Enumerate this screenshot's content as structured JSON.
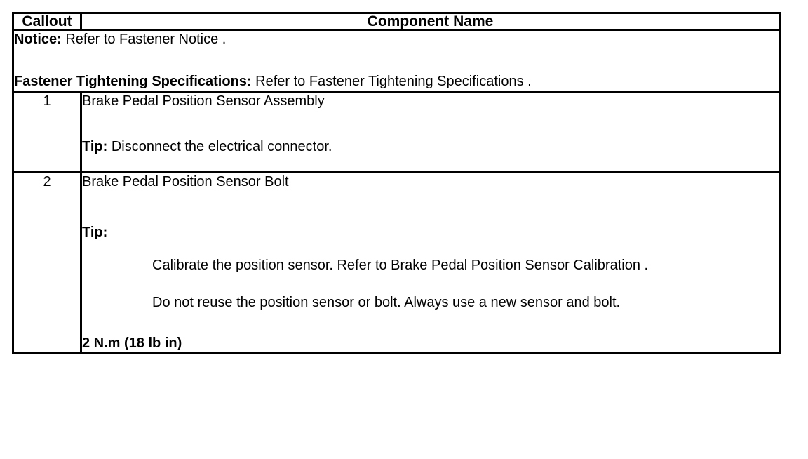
{
  "table": {
    "header": {
      "callout_label": "Callout",
      "component_label": "Component Name"
    },
    "notice_row": {
      "notice_label": "Notice:",
      "notice_text": " Refer to Fastener Notice .",
      "fastener_label": "Fastener Tightening Specifications:",
      "fastener_text": " Refer to Fastener Tightening Specifications ."
    },
    "rows": [
      {
        "callout": "1",
        "title": "Brake Pedal Position Sensor Assembly",
        "tip_label": "Tip:",
        "tip_text": " Disconnect the electrical connector."
      },
      {
        "callout": "2",
        "title": "Brake Pedal Position Sensor Bolt",
        "tip_label": "Tip:",
        "tip_items": [
          "Calibrate the position sensor. Refer to Brake Pedal Position Sensor Calibration .",
          "Do not reuse the position sensor or bolt. Always use a new sensor and bolt."
        ],
        "torque": "2 N.m (18 lb in)"
      }
    ]
  },
  "colors": {
    "border": "#000000",
    "text": "#000000",
    "background": "#ffffff"
  }
}
